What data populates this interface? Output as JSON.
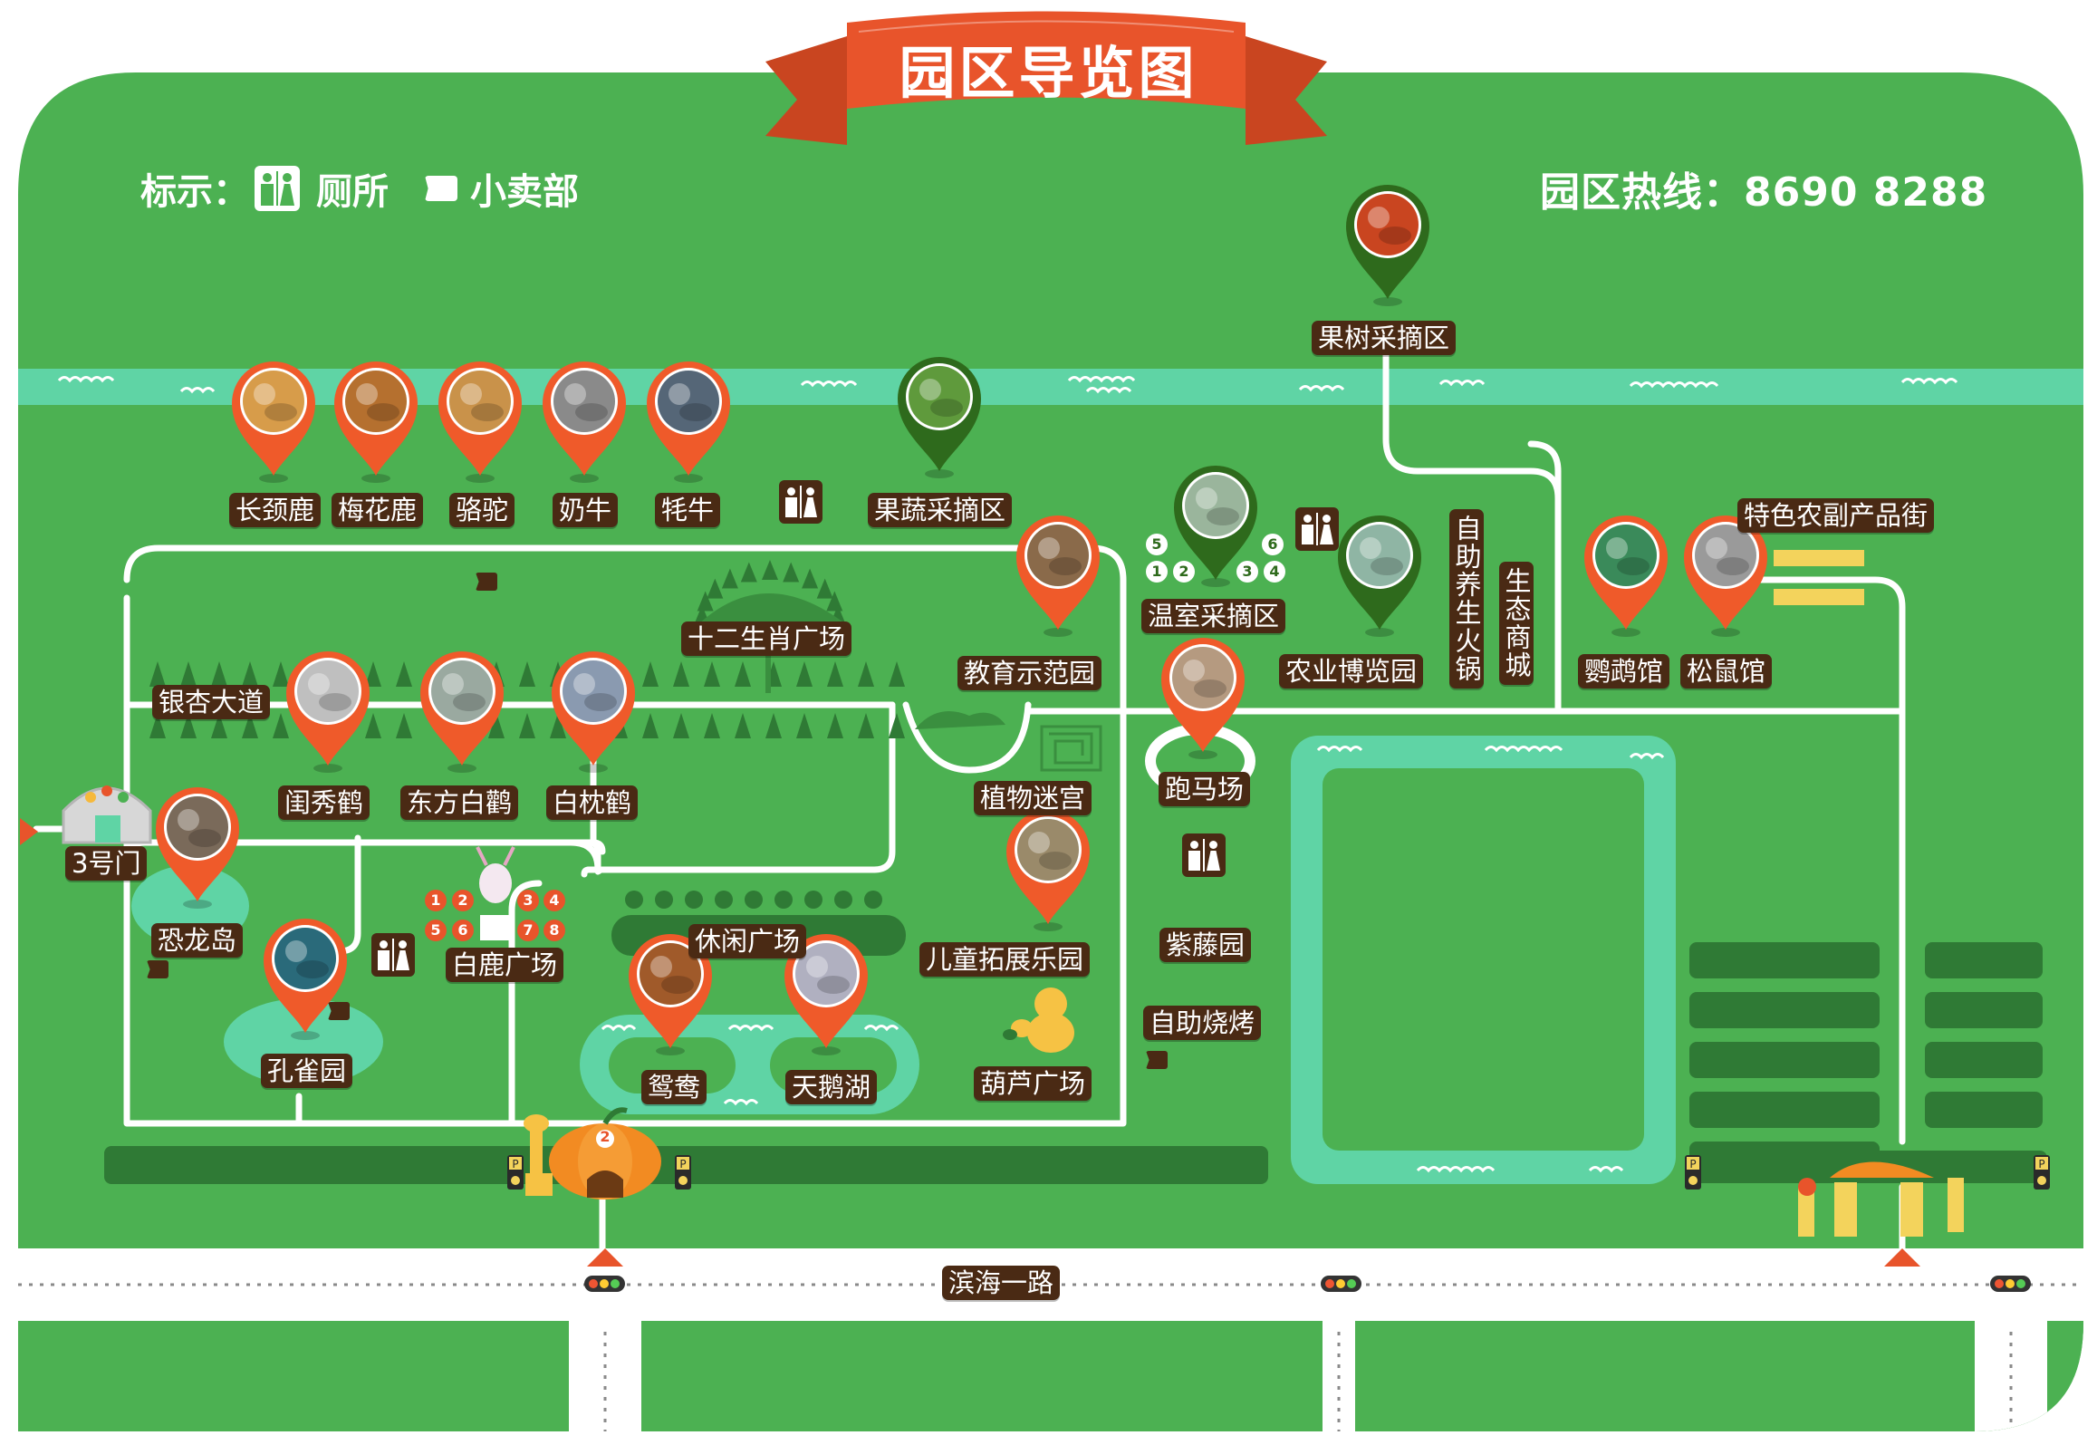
{
  "title": "园区导览图",
  "legend": {
    "prefix": "标示：",
    "toilet_label": "厕所",
    "shop_label": "小卖部",
    "toilet_icon": "toilet-icon",
    "shop_icon": "shop-icon"
  },
  "hotline": "园区热线：8690 8288",
  "road_name": "滨海一路",
  "gate_label": "3号门",
  "gate2_number": "2",
  "colors": {
    "grass": "#4cb152",
    "river": "#5fd4a5",
    "pin_orange": "#ef5a2a",
    "pin_green": "#2e6a1c",
    "label_brown": "#4a2a14",
    "banner_red": "#e8542b",
    "path": "#ffffff"
  },
  "animal_pins": [
    "长颈鹿",
    "梅花鹿",
    "骆驼",
    "奶牛",
    "牦牛"
  ],
  "crane_pins": [
    "闺秀鹤",
    "东方白鹳",
    "白枕鹤"
  ],
  "avenue_label": "银杏大道",
  "zodiac_plaza": "十二生肖广场",
  "fruit_veg_picking": "果蔬采摘区",
  "orchard_picking": "果树采摘区",
  "education_park": "教育示范园",
  "greenhouse": "温室采摘区",
  "greenhouse_numbers": [
    "5",
    "6",
    "1",
    "2",
    "3",
    "4"
  ],
  "agri_expo": "农业博览园",
  "self_hotpot": "自助养生火锅",
  "eco_mall": "生态商城",
  "specialty_street": "特色农副产品街",
  "parrot_hall": "鹦鹉馆",
  "squirrel_hall": "松鼠馆",
  "horse_track": "跑马场",
  "plant_maze": "植物迷宫",
  "kids_park": "儿童拓展乐园",
  "wisteria": "紫藤园",
  "bbq": "自助烧烤",
  "gourd_plaza": "葫芦广场",
  "leisure_plaza": "休闲广场",
  "mandarin_duck": "鸳鸯",
  "swan_lake": "天鹅湖",
  "dinosaur_island": "恐龙岛",
  "peacock_garden": "孔雀园",
  "white_deer_plaza": "白鹿广场",
  "white_deer_numbers": [
    "1",
    "2",
    "3",
    "4",
    "5",
    "6",
    "7",
    "8"
  ],
  "parking_letter": "P"
}
